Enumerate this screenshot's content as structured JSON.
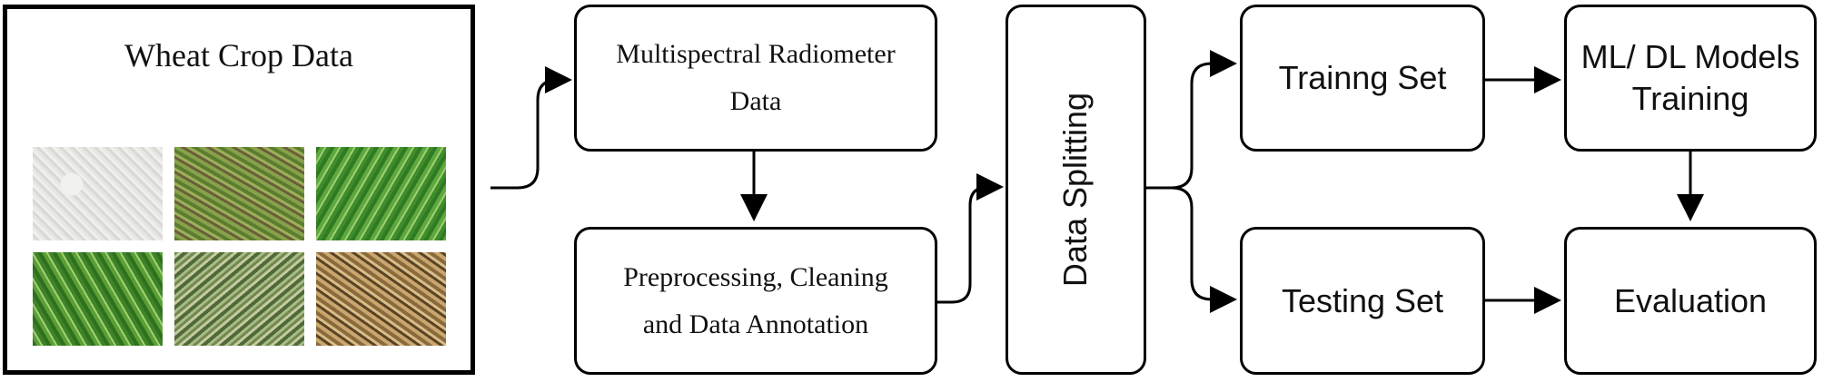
{
  "photo_panel": {
    "title": "Wheat Crop Data"
  },
  "steps": {
    "multispectral": [
      "Multispectral Radiometer",
      "Data"
    ],
    "preprocessing": [
      "Preprocessing, Cleaning",
      "and Data Annotation"
    ],
    "splitting": "Data Splitting",
    "training_set": "Trainng Set",
    "testing_set": "Testing Set",
    "models": [
      "ML/ DL Models",
      "Training"
    ],
    "evaluation": "Evaluation"
  }
}
